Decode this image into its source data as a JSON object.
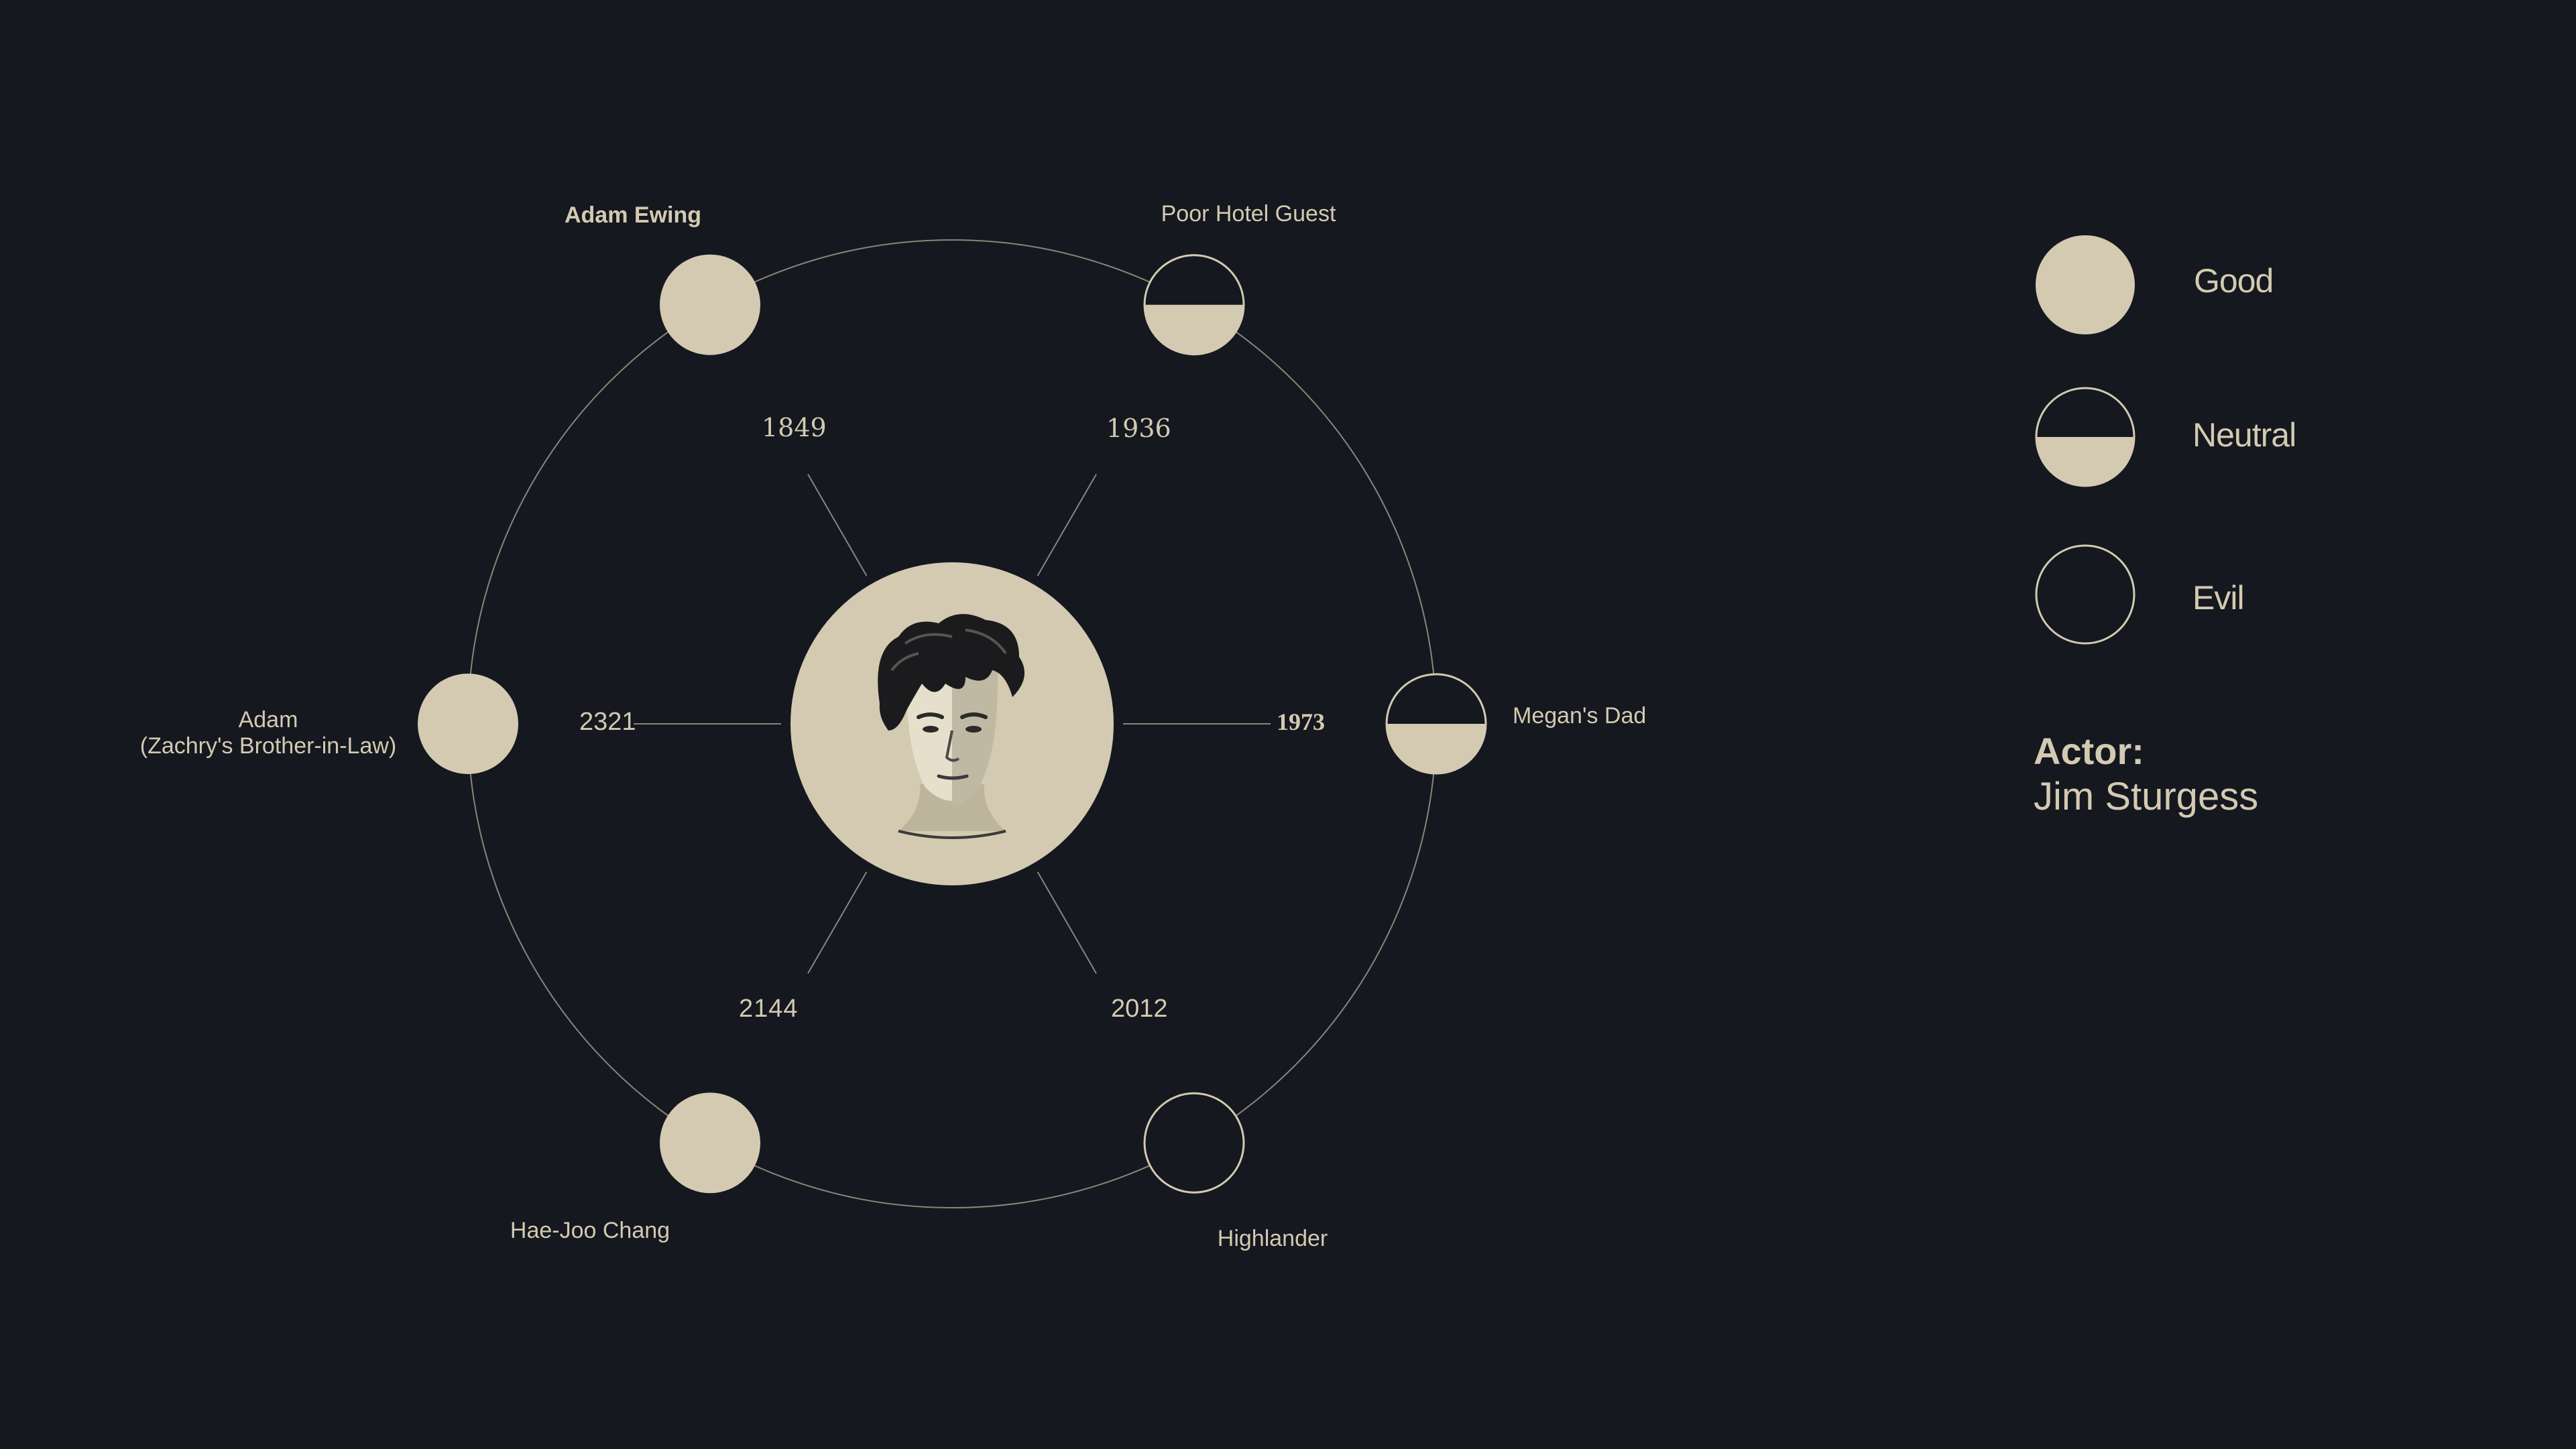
{
  "center": {
    "portrait_alt": "Jim Sturgess portrait",
    "icon": "face-portrait-icon"
  },
  "spokes": [
    {
      "year": "1849",
      "character": "Adam Ewing",
      "alignment": "good",
      "year_style": "serif",
      "label_bold": true
    },
    {
      "year": "1936",
      "character": "Poor Hotel Guest",
      "alignment": "neutral",
      "year_style": "serif",
      "label_bold": false
    },
    {
      "year": "1973",
      "character": "Megan's Dad",
      "alignment": "neutral",
      "year_style": "bold",
      "label_bold": false
    },
    {
      "year": "2012",
      "character": "Highlander",
      "alignment": "evil",
      "year_style": "sans",
      "label_bold": false
    },
    {
      "year": "2144",
      "character": "Hae-Joo Chang",
      "alignment": "good",
      "year_style": "futuristic",
      "label_bold": false
    },
    {
      "year": "2321",
      "character": "Adam\n(Zachry's Brother-in-Law)",
      "alignment": "good",
      "year_style": "sans",
      "label_bold": false
    }
  ],
  "legend": [
    {
      "label": "Good",
      "alignment": "good"
    },
    {
      "label": "Neutral",
      "alignment": "neutral"
    },
    {
      "label": "Evil",
      "alignment": "evil"
    }
  ],
  "actor": {
    "heading": "Actor:",
    "name": "Jim Sturgess"
  },
  "colors": {
    "background": "#15181f",
    "fill": "#d3cab1",
    "stroke": "#d3cab1",
    "ring": "#8a8576"
  }
}
